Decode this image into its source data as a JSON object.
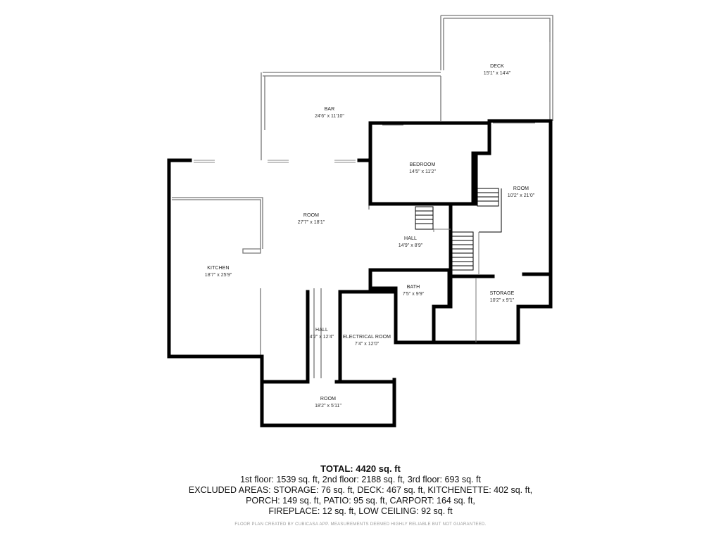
{
  "rooms": {
    "deck": {
      "name": "DECK",
      "dims": "15'1\" x 14'4\""
    },
    "bar": {
      "name": "BAR",
      "dims": "24'6\" x 11'10\""
    },
    "bedroom": {
      "name": "BEDROOM",
      "dims": "14'5\" x 11'2\""
    },
    "room_right": {
      "name": "ROOM",
      "dims": "10'2\" x 21'0\""
    },
    "room_main": {
      "name": "ROOM",
      "dims": "27'7\" x 18'1\""
    },
    "hall_main": {
      "name": "HALL",
      "dims": "14'9\" x 8'9\""
    },
    "kitchen": {
      "name": "KITCHEN",
      "dims": "18'7\" x 25'9\""
    },
    "bath": {
      "name": "BATH",
      "dims": "7'5\" x 9'9\""
    },
    "storage": {
      "name": "STORAGE",
      "dims": "10'2\" x 9'1\""
    },
    "hall_small": {
      "name": "HALL",
      "dims": "4'2\" x 12'4\""
    },
    "electrical": {
      "name": "ELECTRICAL ROOM",
      "dims": "7'4\" x 12'0\""
    },
    "room_bottom": {
      "name": "ROOM",
      "dims": "18'2\" x 5'11\""
    }
  },
  "summary": {
    "total": "TOTAL: 4420 sq. ft",
    "line1": "1st floor: 1539 sq. ft, 2nd floor: 2188 sq. ft, 3rd floor: 693 sq. ft",
    "line2": "EXCLUDED AREAS: STORAGE: 76 sq. ft, DECK: 467 sq. ft, KITCHENETTE: 402 sq. ft,",
    "line3": "PORCH: 149 sq. ft, PATIO: 95 sq. ft, CARPORT: 164 sq. ft,",
    "line4": "FIREPLACE: 12 sq. ft, LOW CEILING: 92 sq. ft"
  },
  "disclaimer": "FLOOR PLAN CREATED BY CUBICASA APP. MEASUREMENTS DEEMED HIGHLY RELIABLE BUT NOT GUARANTEED."
}
